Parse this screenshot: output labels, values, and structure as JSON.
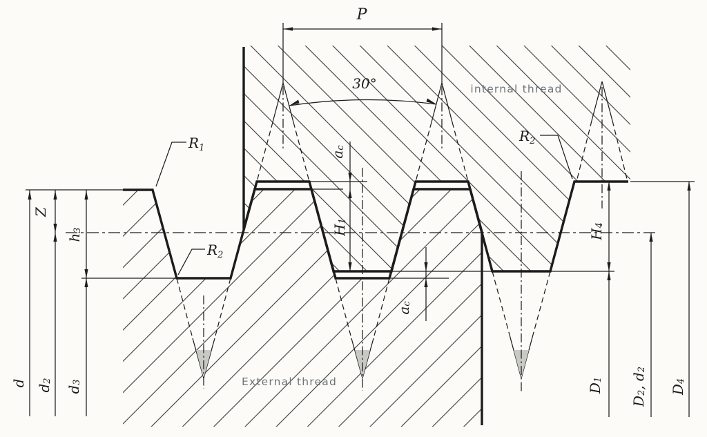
{
  "diagram": {
    "description": "Basic profile of trapezoidal thread, internal and external thread engagement",
    "labels": {
      "pitch": "P",
      "angle": "30°",
      "internal_thread": "internal thread",
      "external_thread": "External thread",
      "z": "Z",
      "d": "d",
      "r1": {
        "base": "R",
        "sub": "1"
      },
      "r2": {
        "base": "R",
        "sub": "2"
      },
      "d2": {
        "base": "d",
        "sub": "2"
      },
      "d3": {
        "base": "d",
        "sub": "3"
      },
      "h3": {
        "base": "h",
        "sub": "3"
      },
      "h1": {
        "base": "H",
        "sub": "1"
      },
      "h4": {
        "base": "H",
        "sub": "4"
      },
      "ac": {
        "base": "a",
        "sub": "c"
      },
      "D1": {
        "base": "D",
        "sub": "1"
      },
      "D2d2": {
        "base1": "D",
        "sub1": "2",
        "sep": ", ",
        "base2": "d",
        "sub2": "2"
      },
      "D4": {
        "base": "D",
        "sub": "4"
      }
    },
    "colors": {
      "ink": "#1c1c1c",
      "gray_text": "#6d7578",
      "paper": "#fcfbf8",
      "tip_shade": "#c9c9c4"
    }
  }
}
